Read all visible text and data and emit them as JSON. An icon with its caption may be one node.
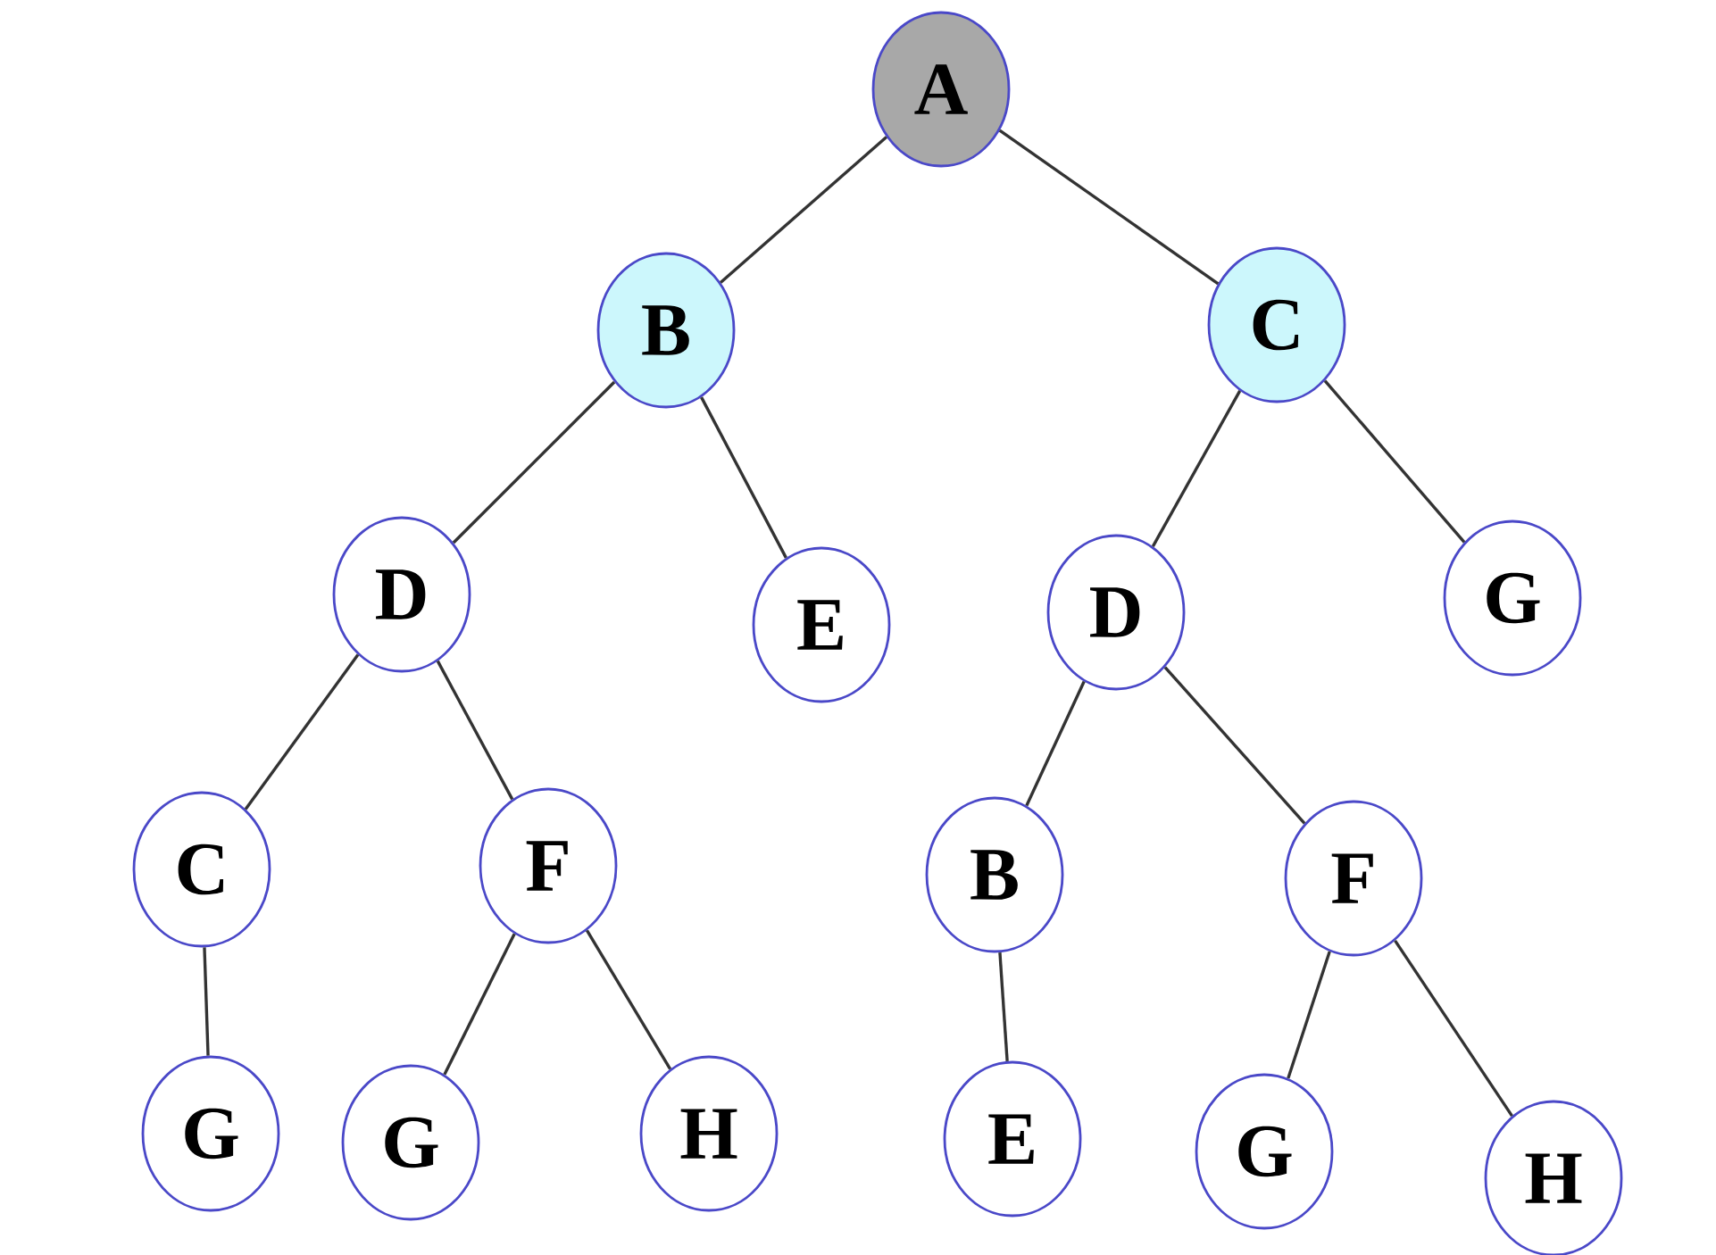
{
  "diagram": {
    "nodes": [
      {
        "text": [
          "A"
        ]
      },
      {
        "text": [
          "B"
        ]
      },
      {
        "text": [
          "C"
        ]
      },
      {
        "text": [
          "D"
        ]
      },
      {
        "text": [
          "E"
        ]
      },
      {
        "text": [
          "D"
        ]
      },
      {
        "text": [
          "G"
        ]
      },
      {
        "text": [
          "C"
        ]
      },
      {
        "text": [
          "F"
        ]
      },
      {
        "text": [
          "B"
        ]
      },
      {
        "text": [
          "F"
        ]
      },
      {
        "text": [
          "G"
        ]
      },
      {
        "text": [
          "G"
        ]
      },
      {
        "text": [
          "H"
        ]
      },
      {
        "text": [
          "E"
        ]
      },
      {
        "text": [
          "G"
        ]
      },
      {
        "text": [
          "H"
        ]
      }
    ],
    "edges": [
      {
        "from": 0,
        "to": 1,
        "arrow": "none"
      },
      {
        "from": 0,
        "to": 2,
        "arrow": "none"
      },
      {
        "from": 1,
        "to": 3,
        "arrow": "none"
      },
      {
        "from": 1,
        "to": 4,
        "arrow": "none"
      },
      {
        "from": 2,
        "to": 5,
        "arrow": "none"
      },
      {
        "from": 2,
        "to": 6,
        "arrow": "none"
      },
      {
        "from": 3,
        "to": 7,
        "arrow": "none"
      },
      {
        "from": 3,
        "to": 8,
        "arrow": "none"
      },
      {
        "from": 5,
        "to": 9,
        "arrow": "none"
      },
      {
        "from": 5,
        "to": 10,
        "arrow": "none"
      },
      {
        "from": 7,
        "to": 11,
        "arrow": "none"
      },
      {
        "from": 8,
        "to": 12,
        "arrow": "none"
      },
      {
        "from": 8,
        "to": 13,
        "arrow": "none"
      },
      {
        "from": 9,
        "to": 14,
        "arrow": "none"
      },
      {
        "from": 10,
        "to": 15,
        "arrow": "none"
      },
      {
        "from": 10,
        "to": 16,
        "arrow": "none"
      }
    ]
  }
}
